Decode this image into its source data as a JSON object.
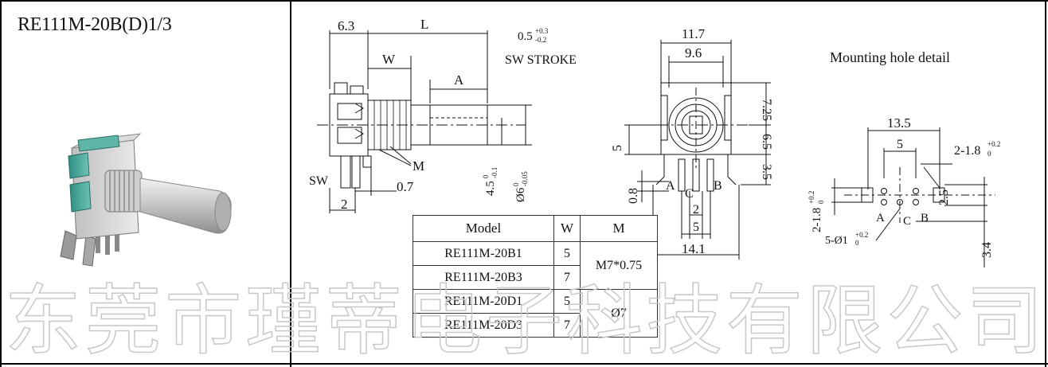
{
  "part_title": "RE111M-20B(D)1/3",
  "side_view": {
    "dim_63": "6.3",
    "dim_L": "L",
    "dim_W": "W",
    "dim_A": "A",
    "sw_stroke_value": "0.5",
    "sw_stroke_sup": "+0.3",
    "sw_stroke_sub": "-0.2",
    "sw_stroke_label": "SW STROKE",
    "label_M": "M",
    "label_SW": "SW",
    "dim_07": "0.7",
    "dim_2": "2",
    "dim_45": "4.5",
    "dim_45_tol_top": "0",
    "dim_45_tol_bot": "-0.1",
    "dim_6": "Ø6",
    "dim_6_tol_top": "0",
    "dim_6_tol_bot": "-0.05"
  },
  "front_view": {
    "dim_117": "11.7",
    "dim_96": "9.6",
    "dim_725": "7.25",
    "dim_65": "6.5",
    "dim_35": "3.5",
    "dim_5": "5",
    "dim_08": "0.8",
    "pin_A": "A",
    "pin_C": "C",
    "pin_B": "B",
    "dim_2": "2",
    "dim_5b": "5",
    "dim_141": "14.1"
  },
  "mounting": {
    "title": "Mounting hole detail",
    "dim_135": "13.5",
    "dim_5": "5",
    "slot_label": "2-1.8",
    "slot_sup": "+0.2",
    "slot_sub": "0",
    "vert_slot_label": "2-1.8",
    "vert_slot_sup": "+0.2",
    "vert_slot_sub": "0",
    "dim_25": "2.5",
    "dim_34": "3.4",
    "pin_A": "A",
    "pin_C": "C",
    "pin_B": "B",
    "holes_label": "5-Ø1",
    "holes_sup": "+0.2",
    "holes_sub": "0"
  },
  "table": {
    "headers": [
      "Model",
      "W",
      "M"
    ],
    "rows": [
      {
        "model": "RE111M-20B1",
        "w": "5"
      },
      {
        "model": "RE111M-20B3",
        "w": "7"
      },
      {
        "model": "RE111M-20D1",
        "w": "5"
      },
      {
        "model": "RE111M-20D3",
        "w": "7"
      }
    ],
    "m_b": "M7*0.75",
    "m_d": "Ø7"
  },
  "watermark": [
    "东",
    "莞",
    "市",
    "瑾",
    "蒂",
    "电",
    "子",
    "科",
    "技",
    "有",
    "限",
    "公",
    "司"
  ]
}
